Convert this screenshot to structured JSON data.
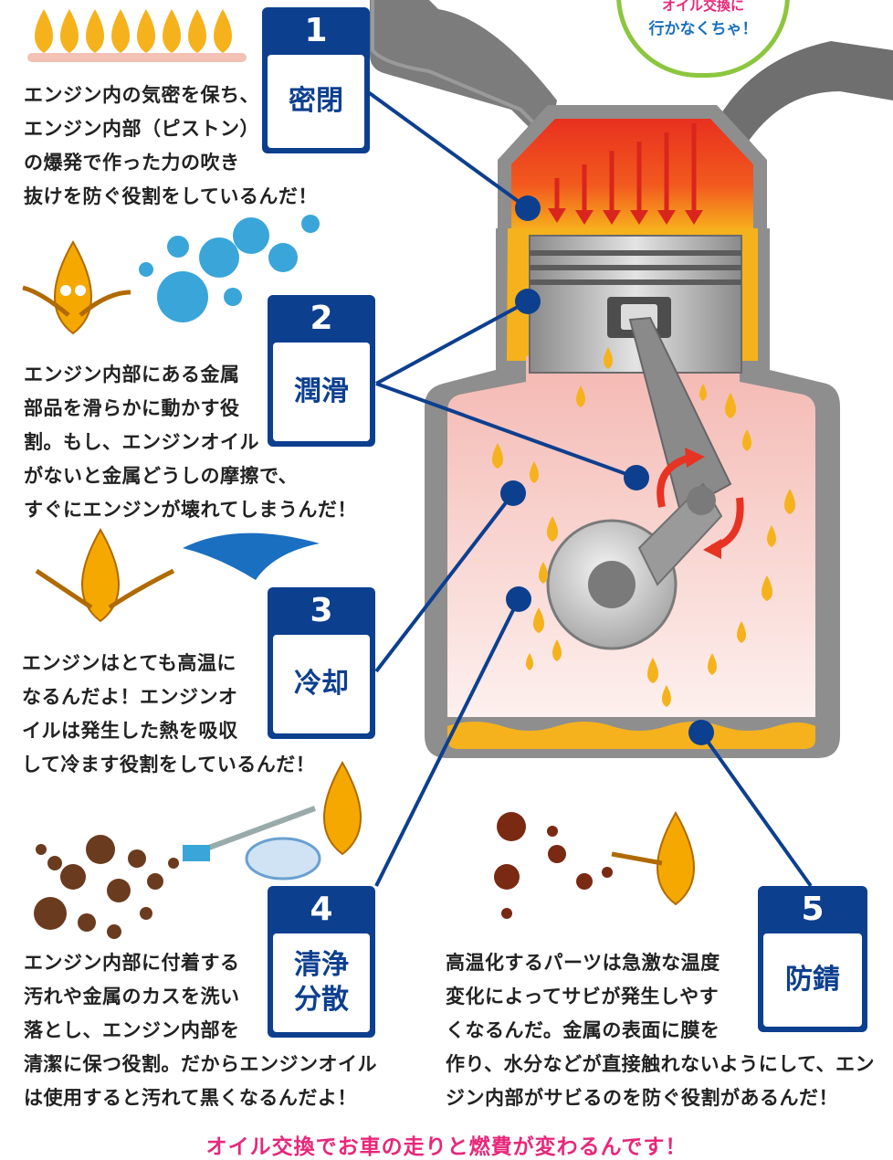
{
  "bubble": {
    "line1_partial": "オイル交換に",
    "line2": "行かなくちゃ！"
  },
  "roles": [
    {
      "number": "1",
      "label": "密閉",
      "text": "エンジン内の気密を保ち、\nエンジン内部（ピストン）\nの爆発で作った力の吹き\n抜けを防ぐ役割をしているんだ！"
    },
    {
      "number": "2",
      "label": "潤滑",
      "text": "エンジン内部にある金属\n部品を滑らかに動かす役\n割。もし、エンジンオイル\nがないと金属どうしの摩擦で、\nすぐにエンジンが壊れてしまうんだ！"
    },
    {
      "number": "3",
      "label": "冷却",
      "text": "エンジンはとても高温に\nなるんだよ！エンジンオ\nイルは発生した熱を吸収\nして冷ます役割をしているんだ！"
    },
    {
      "number": "4",
      "label": "清浄\n分散",
      "text": "エンジン内部に付着する\n汚れや金属のカスを洗い\n落とし、エンジン内部を\n清潔に保つ役割。だからエンジンオイル\nは使用すると汚れて黒くなるんだよ！"
    },
    {
      "number": "5",
      "label": "防錆",
      "text": "高温化するパーツは急激な温度\n変化によってサビが発生しやす\nくなるんだ。金属の表面に膜を\n作り、水分などが直接触れないようにして、エン\nジン内部がサビるのを防ぐ役割があるんだ！"
    }
  ],
  "footer": "オイル交換でお車の走りと燃費が変わるんです！",
  "colors": {
    "badge": "#0d3f8f",
    "oil": "#f5a800",
    "footer": "#e8277a",
    "combustion": "#e8402a",
    "crankcase": "#f6c9c4"
  }
}
